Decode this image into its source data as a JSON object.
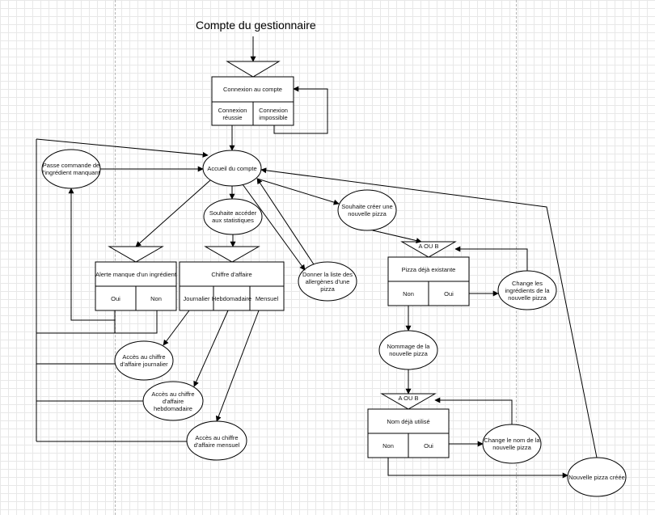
{
  "diagram": {
    "title": "Compte du gestionnaire",
    "login": {
      "label": "Connexion au compte",
      "success": "Connexion réussie",
      "failure": "Connexion impossible"
    },
    "home": "Accueil du compte",
    "order_missing": "Passe commande de l'ingrédient manquant",
    "stats": "Souhaite accéder aux statistiques",
    "create_pizza": "Souhaite créer une nouvelle pizza",
    "allergens": "Donner la liste des allergènes d'une pizza",
    "alert": {
      "label": "Alerte manque d'un ingrédient",
      "yes": "Oui",
      "no": "Non"
    },
    "revenue": {
      "label": "Chiffre d'affaire",
      "daily": "Journalier",
      "weekly": "Hebdomadaire",
      "monthly": "Mensuel"
    },
    "access_daily": "Accès au chiffre d'affaire journalier",
    "access_weekly": "Accès au chiffre d'affaire hebdomadaire",
    "access_monthly": "Accès au chiffre d'affaire mensuel",
    "a_ou_b_1": "A OU B",
    "pizza_exists": {
      "label": "Pizza déjà existante",
      "no": "Non",
      "yes": "Oui"
    },
    "change_ingredients": "Change les ingrédients de la nouvelle pizza",
    "naming": "Nommage de la nouvelle pizza",
    "a_ou_b_2": "A OU B",
    "name_used": {
      "label": "Nom déjà utilisé",
      "no": "Non",
      "yes": "Oui"
    },
    "change_name": "Change le nom de la nouvelle pizza",
    "created": "Nouvelle pizza créée"
  }
}
